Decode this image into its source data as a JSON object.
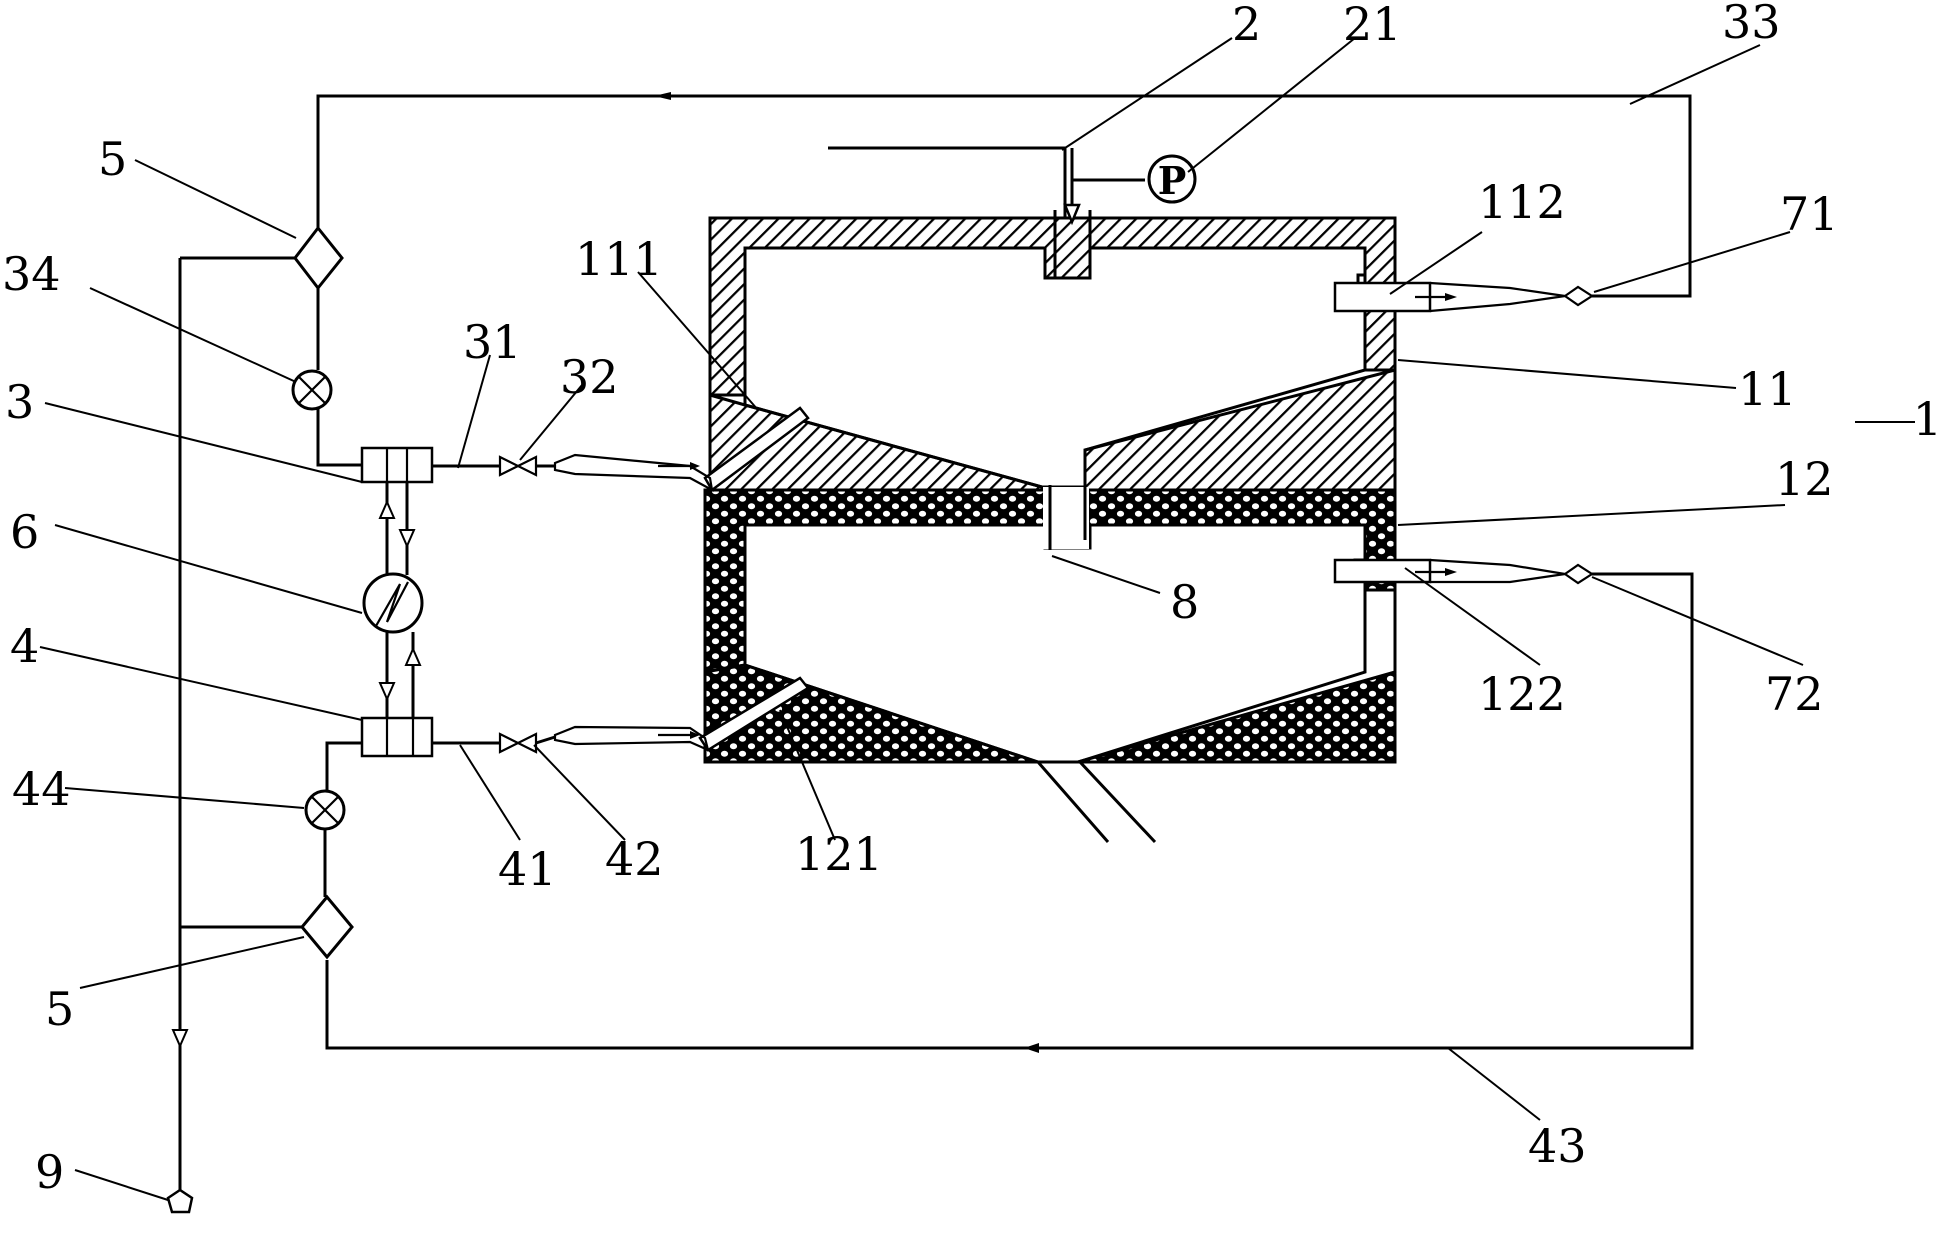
{
  "labels": {
    "l_1": "1",
    "l_2": "2",
    "l_21": "21",
    "l_33": "33",
    "l_5a": "5",
    "l_5b": "5",
    "l_34": "34",
    "l_31": "31",
    "l_32": "32",
    "l_111": "111",
    "l_112": "112",
    "l_71": "71",
    "l_11": "11",
    "l_3": "3",
    "l_6": "6",
    "l_12": "12",
    "l_8": "8",
    "l_4": "4",
    "l_122": "122",
    "l_72": "72",
    "l_44": "44",
    "l_41": "41",
    "l_42": "42",
    "l_121": "121",
    "l_43": "43",
    "l_9": "9"
  },
  "pump_symbol": "P",
  "colors": {
    "line": "#000000",
    "background": "#ffffff"
  }
}
